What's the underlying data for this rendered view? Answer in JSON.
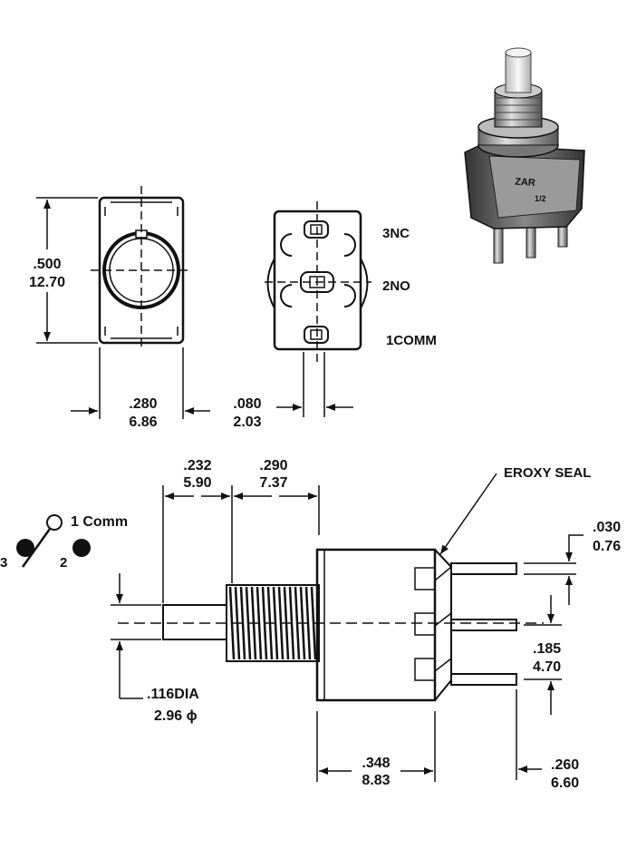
{
  "front_view": {
    "height_in": ".500",
    "height_mm": "12.70",
    "width_in": ".280",
    "width_mm": "6.86"
  },
  "terminal_view": {
    "pin_width_in": ".080",
    "pin_width_mm": "2.03",
    "terminals": [
      "3NC",
      "2NO",
      "1COMM"
    ]
  },
  "schematic": {
    "labels": [
      "1 Comm",
      "3",
      "2"
    ]
  },
  "side_view": {
    "seal_label": "EROXY SEAL",
    "plunger_len_in": ".232",
    "plunger_len_mm": "5.90",
    "bushing_len_in": ".290",
    "bushing_len_mm": "7.37",
    "plunger_dia_in": ".116DIA",
    "plunger_dia_mm": "2.96 ϕ",
    "body_len_in": ".348",
    "body_len_mm": "8.83",
    "term_thick_in": ".030",
    "term_thick_mm": "0.76",
    "term_spacing_in": ".185",
    "term_spacing_mm": "4.70",
    "term_len_in": ".260",
    "term_len_mm": "6.60"
  },
  "photo": {
    "label_lines": [
      "ZAR",
      "1/2"
    ]
  },
  "colors": {
    "line": "#111111",
    "background": "#ffffff"
  }
}
